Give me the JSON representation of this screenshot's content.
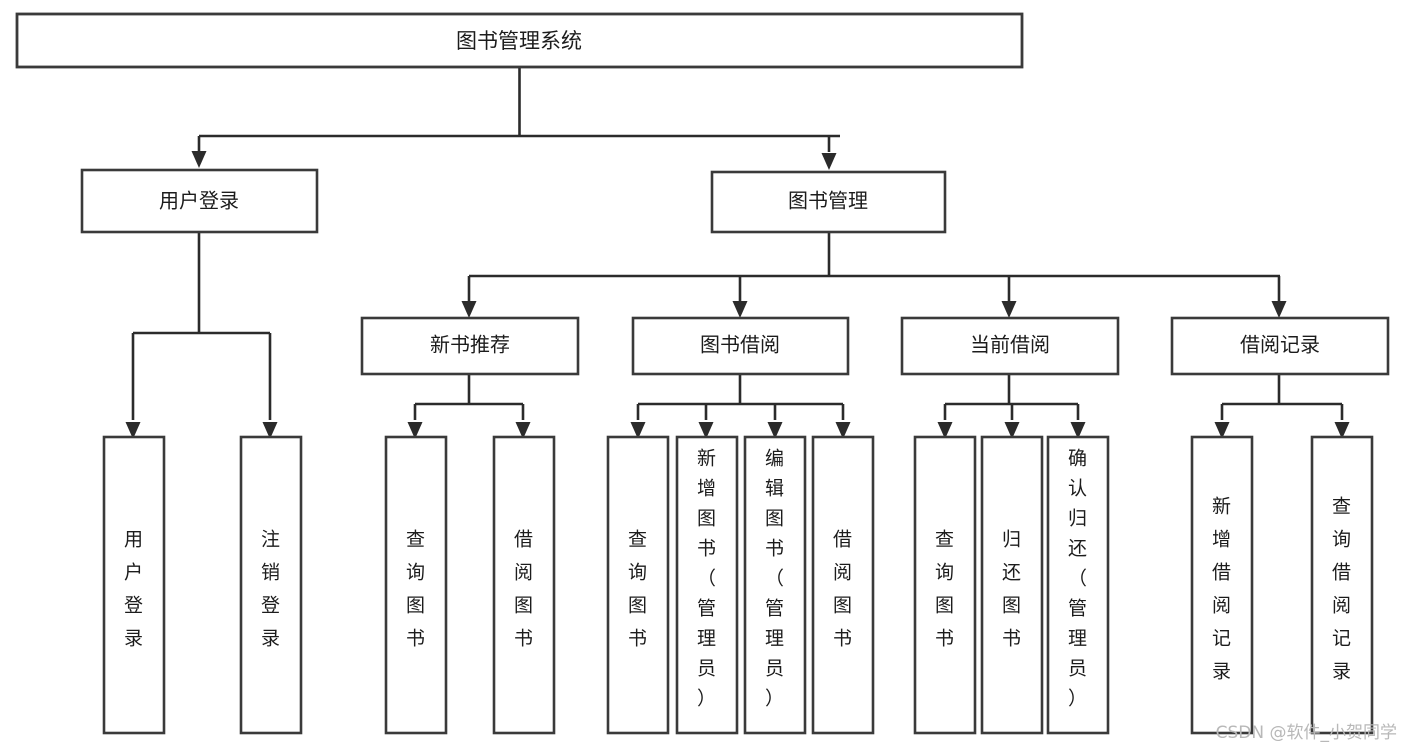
{
  "diagram": {
    "title": "图书管理系统",
    "type": "hierarchy-tree",
    "watermark": "CSDN @软件_小贺同学",
    "nodes": {
      "root": {
        "label": "图书管理系统"
      },
      "level1": [
        {
          "id": "user-login",
          "label": "用户登录"
        },
        {
          "id": "book-manage",
          "label": "图书管理"
        }
      ],
      "level2": [
        {
          "id": "new-book-recommend",
          "label": "新书推荐"
        },
        {
          "id": "book-borrow",
          "label": "图书借阅"
        },
        {
          "id": "current-borrow",
          "label": "当前借阅"
        },
        {
          "id": "borrow-record",
          "label": "借阅记录"
        }
      ],
      "leaves": {
        "user-login": [
          {
            "id": "leaf-user-login",
            "label": "用户登录"
          },
          {
            "id": "leaf-logout-login",
            "label": "注销登录"
          }
        ],
        "new-book-recommend": [
          {
            "id": "leaf-query-book-1",
            "label": "查询图书"
          },
          {
            "id": "leaf-borrow-book-1",
            "label": "借阅图书"
          }
        ],
        "book-borrow": [
          {
            "id": "leaf-query-book-2",
            "label": "查询图书"
          },
          {
            "id": "leaf-add-book",
            "label": "新增图书（管理员）"
          },
          {
            "id": "leaf-edit-book",
            "label": "编辑图书（管理员）"
          },
          {
            "id": "leaf-borrow-book-2",
            "label": "借阅图书"
          }
        ],
        "current-borrow": [
          {
            "id": "leaf-query-book-3",
            "label": "查询图书"
          },
          {
            "id": "leaf-return-book",
            "label": "归还图书"
          },
          {
            "id": "leaf-confirm-return",
            "label": "确认归还（管理员）"
          }
        ],
        "borrow-record": [
          {
            "id": "leaf-add-record",
            "label": "新增借阅记录"
          },
          {
            "id": "leaf-query-record",
            "label": "查询借阅记录"
          }
        ]
      }
    },
    "colors": {
      "box_stroke": "#3a3a3a",
      "connector": "#2b2b2b",
      "text": "#1c1c1c",
      "background": "#ffffff",
      "watermark": "#b8b8b8"
    }
  }
}
